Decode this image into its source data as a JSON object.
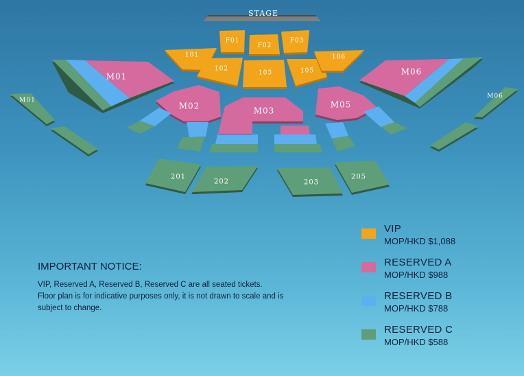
{
  "stage_label": "STAGE",
  "colors": {
    "vip": "#f2a51a",
    "reserved_a": "#d46a9e",
    "reserved_b": "#5db0f0",
    "reserved_c": "#5e9e78",
    "stage": "#7f7f7f"
  },
  "sections": {
    "f01": "F01",
    "f02": "F02",
    "f03": "F03",
    "s101": "101",
    "s102": "102",
    "s103": "103",
    "s105": "105",
    "s106": "106",
    "m01_main": "M01",
    "m01_side": "M01",
    "m02": "M02",
    "m03": "M03",
    "m05": "M05",
    "m06_main": "M06",
    "m06_side": "M06",
    "s201": "201",
    "s202": "202",
    "s203": "203",
    "s205": "205"
  },
  "legend": [
    {
      "name": "VIP",
      "price": "MOP/HKD $1,088",
      "color": "#f2a51a"
    },
    {
      "name": "RESERVED A",
      "price": "MOP/HKD $988",
      "color": "#d46a9e"
    },
    {
      "name": "RESERVED B",
      "price": "MOP/HKD $788",
      "color": "#5db0f0"
    },
    {
      "name": "RESERVED C",
      "price": "MOP/HKD $588",
      "color": "#5e9e78"
    }
  ],
  "notice": {
    "title": "IMPORTANT NOTICE:",
    "lines": [
      "VIP, Reserved A, Reserved B, Reserved C are all seated tickets.",
      "Floor plan is for indicative purposes only, it is not drawn to scale and is",
      "subject to change."
    ]
  }
}
